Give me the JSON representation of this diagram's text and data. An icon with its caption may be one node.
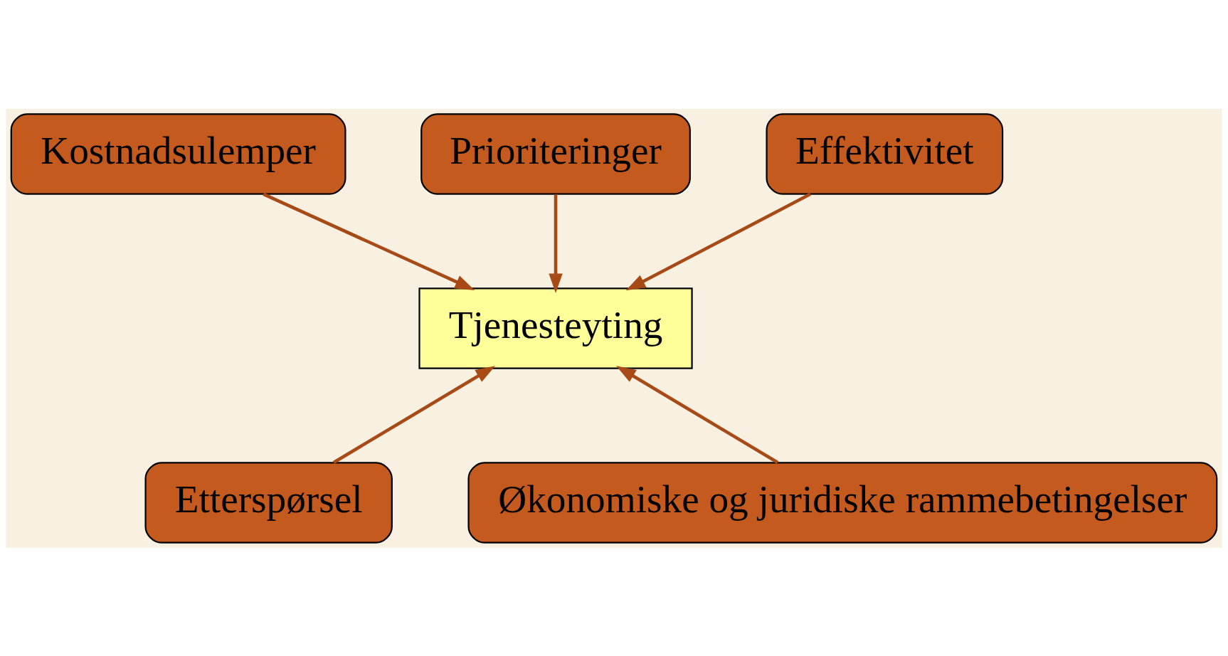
{
  "diagram": {
    "nodes": [
      {
        "text": [
          "Kostnadsulemper"
        ]
      },
      {
        "text": [
          "Prioriteringer"
        ]
      },
      {
        "text": [
          "Effektivitet"
        ]
      },
      {
        "text": [
          "Tjenesteyting"
        ]
      },
      {
        "text": [
          "Etterspørsel"
        ]
      },
      {
        "text": [
          "Økonomiske og juridiske rammebetingelser"
        ]
      }
    ],
    "edges": [
      {
        "from": 0,
        "to": 3,
        "arrow": "to"
      },
      {
        "from": 1,
        "to": 3,
        "arrow": "to"
      },
      {
        "from": 2,
        "to": 3,
        "arrow": "to"
      },
      {
        "from": 4,
        "to": 3,
        "arrow": "to"
      },
      {
        "from": 5,
        "to": 3,
        "arrow": "to"
      }
    ]
  }
}
